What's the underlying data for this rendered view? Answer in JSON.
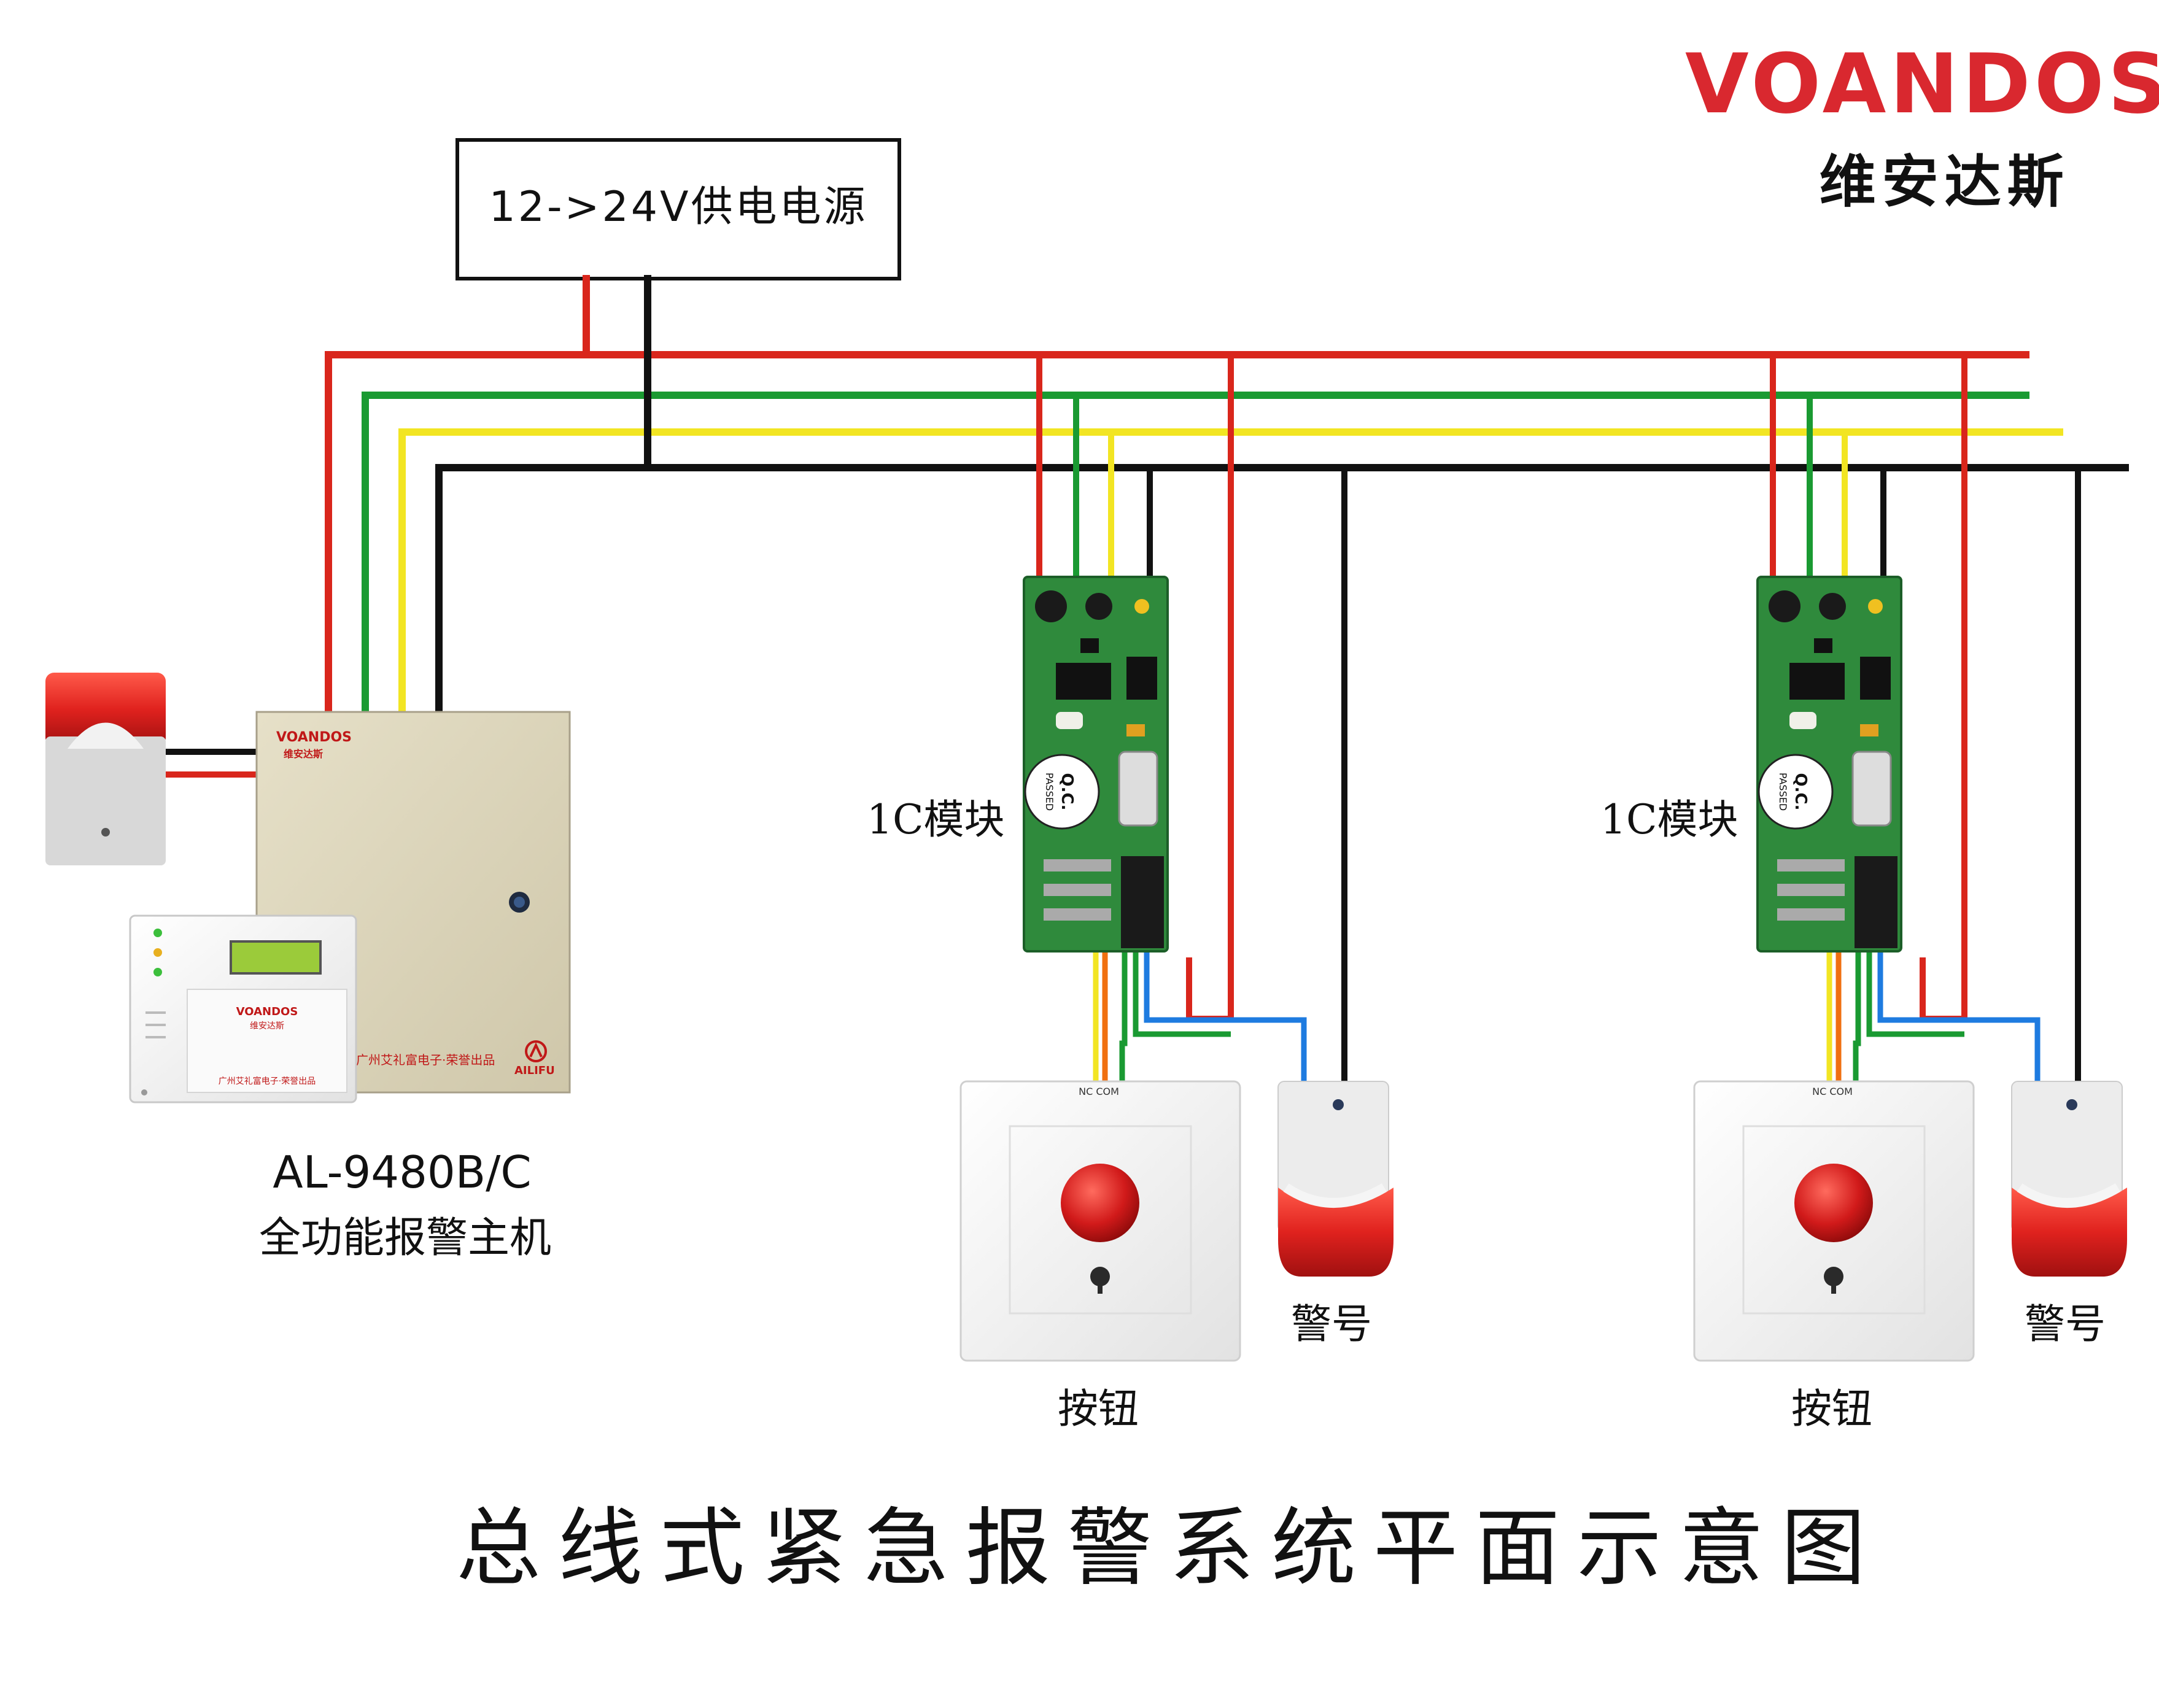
{
  "brand": {
    "name_en": "VOANDOS",
    "registered_mark": "®",
    "name_cn": "维安达斯",
    "color": "#d9282f"
  },
  "power_supply": {
    "label": "12->24V供电电源"
  },
  "alarm_host": {
    "model": "AL-9480B/C",
    "description": "全功能报警主机",
    "cabinet_brand": "VOANDOS",
    "cabinet_brand_cn": "维安达斯",
    "cabinet_maker": "广州艾礼富电子·荣誉出品",
    "cabinet_logo": "AILIFU",
    "keypad_brand": "VOANDOS",
    "keypad_brand_cn": "维安达斯",
    "keypad_maker": "广州艾礼富电子·荣誉出品"
  },
  "zones": [
    {
      "module_label": "1C模块",
      "button_label": "按钮",
      "siren_label": "警号",
      "button_terminals": "NC COM",
      "qc_sticker": "Q.C.",
      "qc_passed": "PASSED"
    },
    {
      "module_label": "1C模块",
      "button_label": "按钮",
      "siren_label": "警号",
      "button_terminals": "NC COM",
      "qc_sticker": "Q.C.",
      "qc_passed": "PASSED"
    }
  ],
  "footer": {
    "title": "总线式紧急报警系统平面示意图"
  },
  "colors": {
    "wire_red": "#d9261c",
    "wire_green": "#1a9a32",
    "wire_yellow": "#f2e523",
    "wire_black": "#111111",
    "wire_blue": "#1e7be0",
    "wire_orange": "#f07010",
    "pcb_green": "#2f8a3c",
    "cabinet": "#d9d2b8",
    "siren_red": "#e0221e"
  },
  "icons": [
    "siren-icon",
    "keypad-icon",
    "cabinet-icon",
    "pcb-module-icon",
    "panic-button-icon"
  ]
}
